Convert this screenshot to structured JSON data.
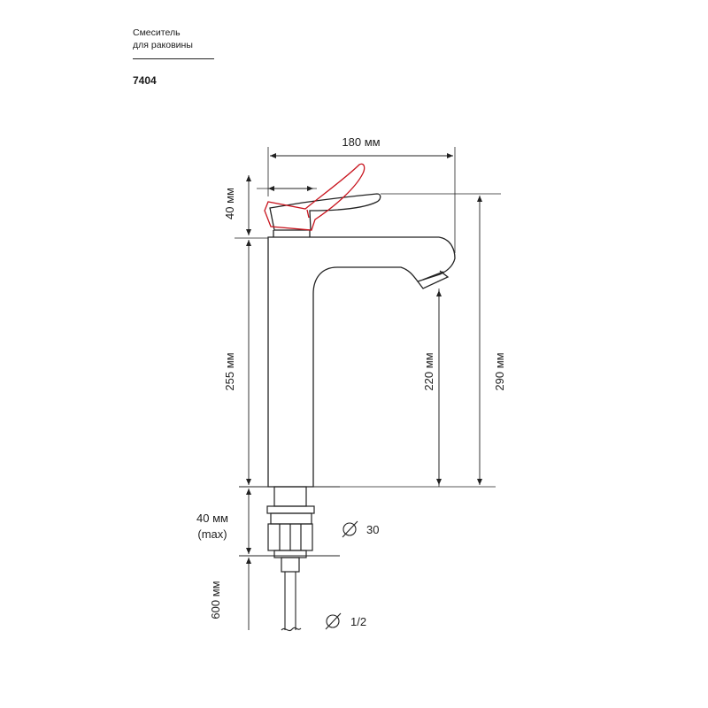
{
  "header": {
    "title_line1": "Смеситель",
    "title_line2": "для раковины",
    "model": "7404"
  },
  "dimensions": {
    "width_top": "180 мм",
    "handle_height": "40 мм",
    "body_height": "255 мм",
    "spout_height": "220 мм",
    "total_height": "290 мм",
    "mount_thickness": "40 мм",
    "mount_thickness_note": "(max)",
    "hose_length": "600 мм",
    "hole_diameter": "30",
    "hose_thread": "1/2"
  },
  "colors": {
    "line": "#222222",
    "handle_outline": "#c8141e"
  }
}
